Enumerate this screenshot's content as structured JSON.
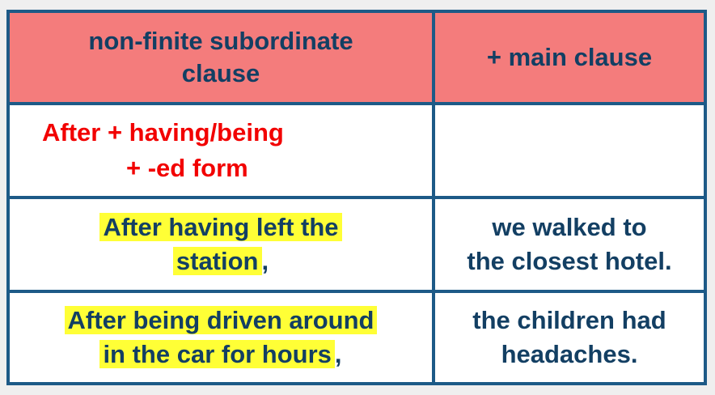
{
  "table": {
    "header": {
      "col1_line1": "non-finite subordinate",
      "col1_line2": "clause",
      "col2": "+ main clause"
    },
    "rows": [
      {
        "col1_line1": "After + having/being",
        "col1_line2": "+ -ed form",
        "col2_line1": "",
        "col2_line2": ""
      },
      {
        "col1_line1": "After having left the",
        "col1_line2": "station",
        "col1_punct": ",",
        "col2_line1": "we walked to",
        "col2_line2": "the closest hotel."
      },
      {
        "col1_line1": "After being driven around",
        "col1_line2": "in the car for hours",
        "col1_punct": ",",
        "col2_line1": "the children had",
        "col2_line2": "headaches."
      }
    ]
  },
  "colors": {
    "header_bg": "#f47c7c",
    "border": "#1d5a87",
    "text": "#133f63",
    "rule_text": "#f20000",
    "highlight": "#ffff36"
  }
}
